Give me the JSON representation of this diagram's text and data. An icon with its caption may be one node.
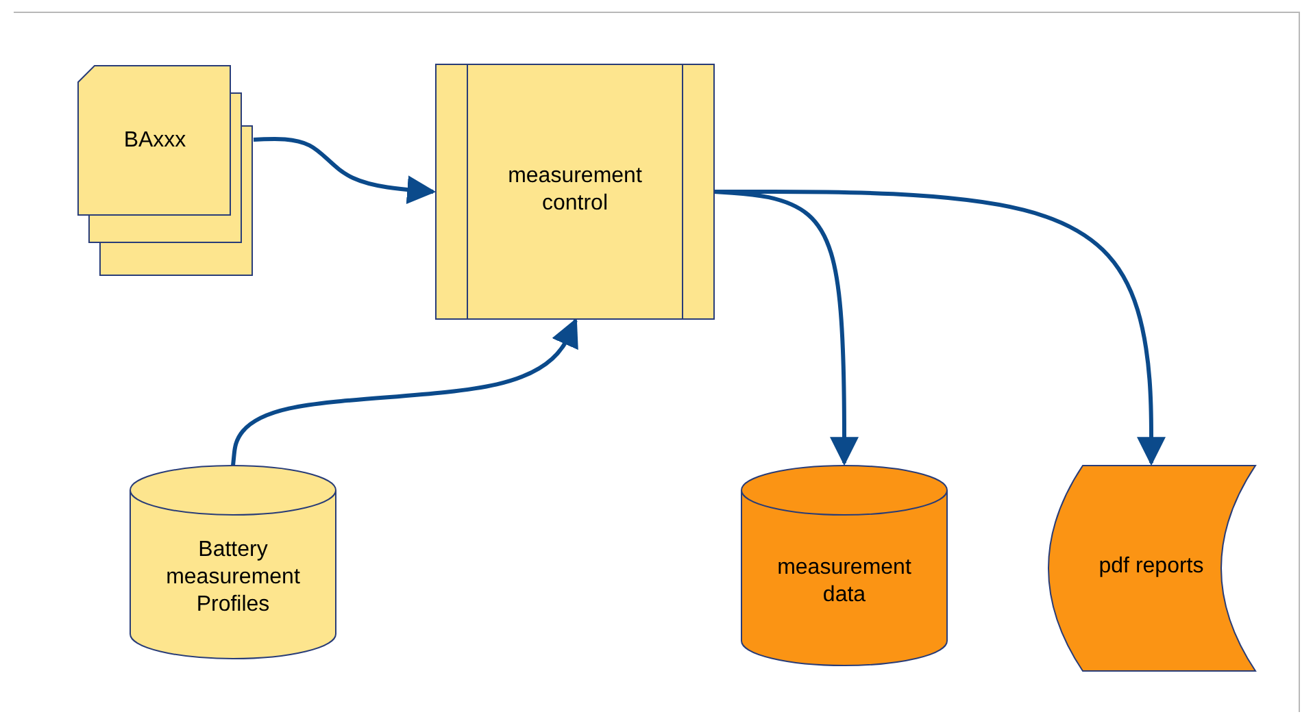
{
  "diagram": {
    "nodes": [
      {
        "text": [
          "BAxxx"
        ]
      },
      {
        "text": [
          "measurement control"
        ]
      },
      {
        "text": [
          "Battery measurement Profiles"
        ]
      },
      {
        "text": [
          "measurement data"
        ]
      },
      {
        "text": [
          "pdf reports"
        ]
      }
    ],
    "edges": [
      {
        "from": 0,
        "to": 1,
        "arrow": "to"
      },
      {
        "from": 2,
        "to": 1,
        "arrow": "to"
      },
      {
        "from": 1,
        "to": 3,
        "arrow": "to"
      },
      {
        "from": 1,
        "to": 4,
        "arrow": "to"
      }
    ]
  }
}
